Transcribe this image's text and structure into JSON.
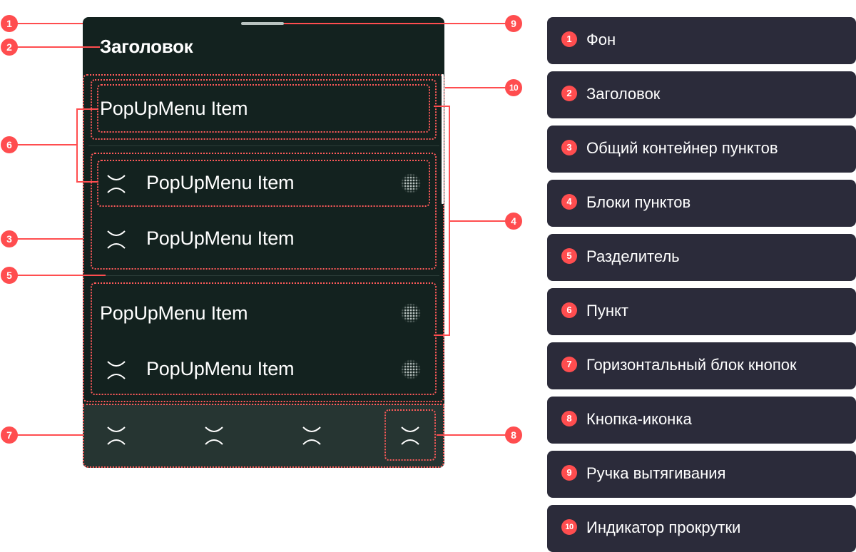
{
  "panel": {
    "title": "Заголовок",
    "item_label": "PopUpMenu Item",
    "items": [
      {
        "text": "PopUpMenu Item"
      },
      {
        "text": "PopUpMenu Item"
      },
      {
        "text": "PopUpMenu Item"
      },
      {
        "text": "PopUpMenu Item"
      },
      {
        "text": "PopUpMenu Item"
      }
    ]
  },
  "callouts": [
    "1",
    "2",
    "3",
    "4",
    "5",
    "6",
    "7",
    "8",
    "9",
    "10"
  ],
  "legend": [
    {
      "num": "1",
      "label": "Фон"
    },
    {
      "num": "2",
      "label": "Заголовок"
    },
    {
      "num": "3",
      "label": "Общий контейнер пунктов"
    },
    {
      "num": "4",
      "label": "Блоки пунктов"
    },
    {
      "num": "5",
      "label": "Разделитель"
    },
    {
      "num": "6",
      "label": "Пункт"
    },
    {
      "num": "7",
      "label": "Горизонтальный блок кнопок"
    },
    {
      "num": "8",
      "label": "Кнопка-иконка"
    },
    {
      "num": "9",
      "label": "Ручка вытягивания"
    },
    {
      "num": "10",
      "label": "Индикатор прокрутки"
    }
  ],
  "colors": {
    "panel_bg": "#13221f",
    "button_bar_bg": "#263532",
    "accent_red": "#ff4d4f",
    "legend_bg": "#2b2b3a"
  },
  "icons": [
    "close-x-icon",
    "dotted-circle-icon"
  ]
}
